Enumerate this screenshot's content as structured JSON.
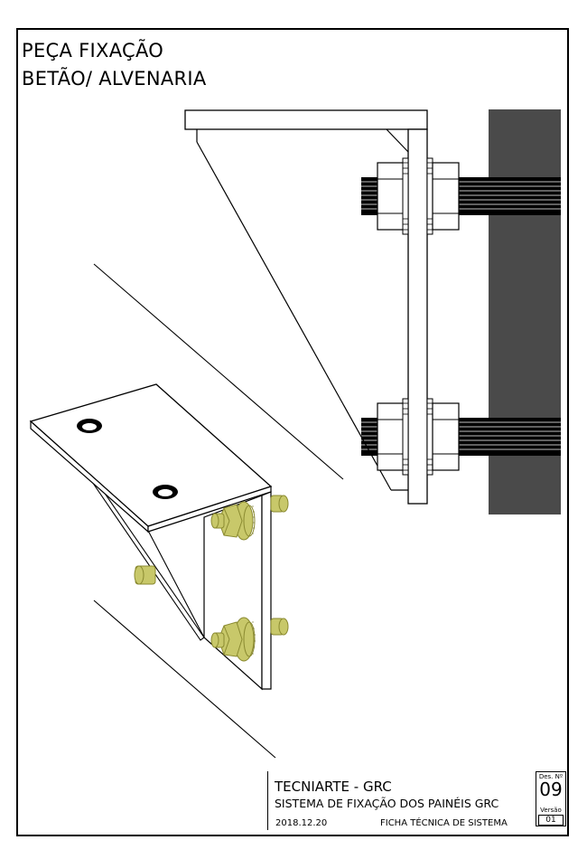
{
  "title": {
    "line1": "PEÇA FIXAÇÃO",
    "line2": "BETÃO/ ALVENARIA"
  },
  "title_block": {
    "company": "TECNIARTE - GRC",
    "system": "SISTEMA DE FIXAÇÃO DOS PAINÉIS GRC",
    "date": "2018.12.20",
    "sheet_type": "FICHA TÉCNICA DE SISTEMA",
    "drawing_label": "Des. Nº",
    "drawing_number": "09",
    "version_label": "Versão",
    "version_number": "01"
  },
  "colors": {
    "concrete": "#4a4a4a",
    "bolt": "#c8c86a",
    "bolt_stroke": "#8a8a30",
    "line": "#000000"
  },
  "icons": [
    "bolt-icon",
    "nut-icon",
    "washer-icon",
    "hole-icon"
  ]
}
